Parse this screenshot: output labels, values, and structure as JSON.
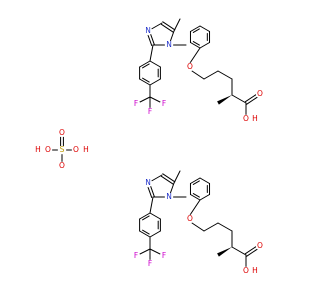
{
  "molecules": [
    {
      "atoms": {
        "imidazole_n3": "N",
        "imidazole_n1": "N",
        "ether_o": "O",
        "acid_oh_o": "O",
        "acid_h": "H",
        "acid_o": "O",
        "cf3_f1": "F",
        "cf3_f2": "F",
        "cf3_f3": "F"
      }
    },
    {
      "atoms": {
        "imidazole_n3": "N",
        "imidazole_n1": "N",
        "ether_o": "O",
        "acid_oh_o": "O",
        "acid_h": "H",
        "acid_o": "O",
        "cf3_f1": "F",
        "cf3_f2": "F",
        "cf3_f3": "F"
      }
    }
  ],
  "sulfate": {
    "h1": "H",
    "o1": "O",
    "s": "S",
    "o2": "O",
    "o3": "O",
    "h2": "H",
    "o4": "O"
  },
  "colors": {
    "nitrogen": "#2233cc",
    "oxygen": "#dd0000",
    "fluorine": "#cc00cc",
    "sulfur": "#bb9900",
    "hydrogen": "#dd0000",
    "bond": "#000000"
  }
}
